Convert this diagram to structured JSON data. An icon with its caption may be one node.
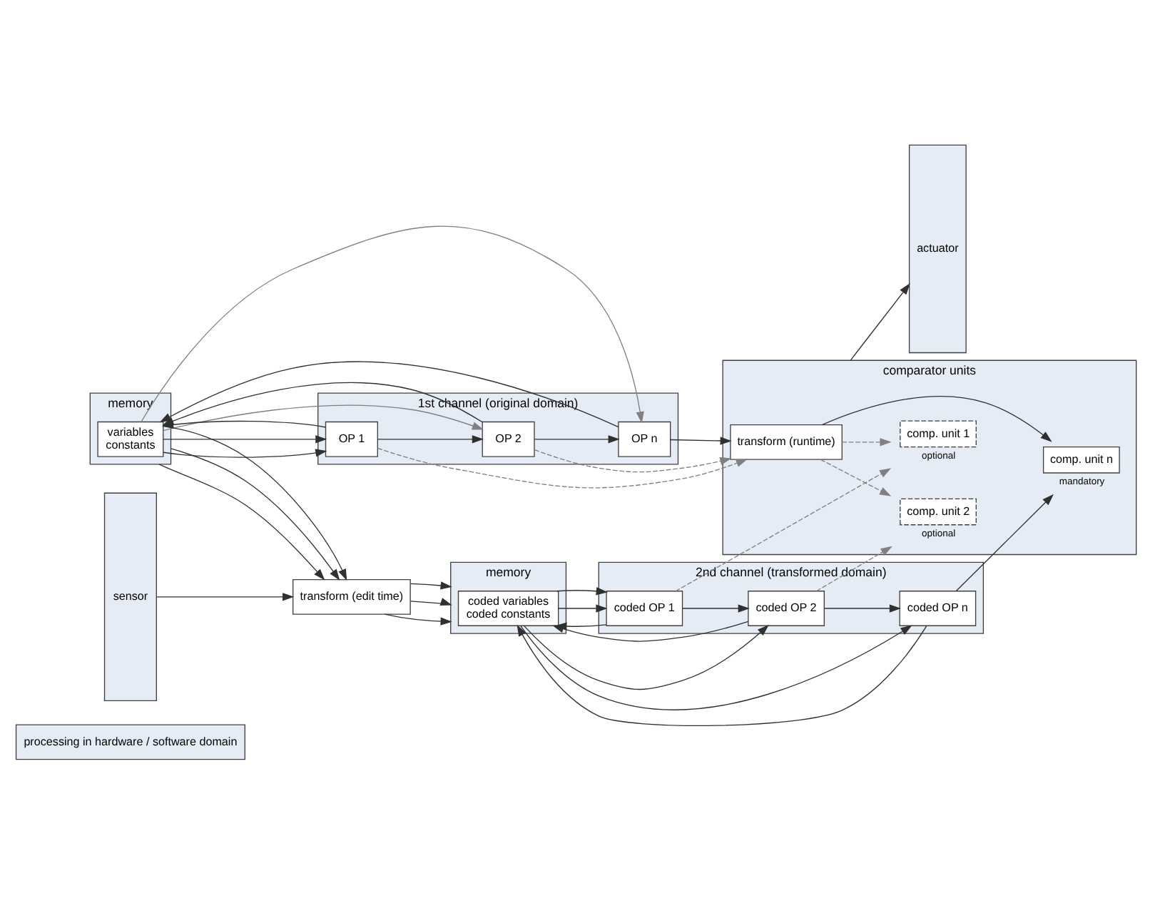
{
  "diagram": {
    "nodes": [
      {
        "text": [
          "processing in hardware / software domain"
        ]
      },
      {
        "text": [
          "sensor"
        ]
      },
      {
        "text": [
          "memory"
        ]
      },
      {
        "text": [
          "variables",
          "constants"
        ],
        "in": 2
      },
      {
        "text": [
          "1st channel (original domain)"
        ]
      },
      {
        "text": [
          "OP 1"
        ],
        "in": 4
      },
      {
        "text": [
          "OP 2"
        ],
        "in": 4
      },
      {
        "text": [
          "OP n"
        ],
        "in": 4
      },
      {
        "text": [
          "transform (edit time)"
        ]
      },
      {
        "text": [
          "comparator units"
        ]
      },
      {
        "text": [
          "transform (runtime)"
        ],
        "in": 9
      },
      {
        "text": [
          "comp. unit 1"
        ],
        "beside": [
          "optional"
        ],
        "in": 9
      },
      {
        "text": [
          "comp. unit 2"
        ],
        "beside": [
          "optional"
        ],
        "in": 9
      },
      {
        "text": [
          "comp. unit n"
        ],
        "beside": [
          "mandatory"
        ],
        "in": 9
      },
      {
        "text": [
          "memory"
        ]
      },
      {
        "text": [
          "coded variables",
          "coded constants"
        ],
        "in": 14
      },
      {
        "text": [
          "2nd channel (transformed domain)"
        ]
      },
      {
        "text": [
          "coded OP 1"
        ],
        "in": 16
      },
      {
        "text": [
          "coded OP 2"
        ],
        "in": 16
      },
      {
        "text": [
          "coded OP n"
        ],
        "in": 16
      },
      {
        "text": [
          "actuator"
        ]
      }
    ],
    "edges": [
      {
        "from": 1,
        "to": 8,
        "arrow": "to"
      },
      {
        "from": 3,
        "to": 5,
        "arrow": "to"
      },
      {
        "from": 3,
        "to": 5,
        "arrow": "to"
      },
      {
        "from": 3,
        "to": 6,
        "arrow": "to",
        "color": "#808080"
      },
      {
        "from": 3,
        "to": 7,
        "arrow": "to",
        "color": "#808080"
      },
      {
        "from": 5,
        "to": 6,
        "arrow": "to"
      },
      {
        "from": 6,
        "to": 7,
        "arrow": "to"
      },
      {
        "from": 5,
        "to": 3,
        "arrow": "to"
      },
      {
        "from": 6,
        "to": 3,
        "arrow": "to"
      },
      {
        "from": 7,
        "to": 3,
        "arrow": "to"
      },
      {
        "from": 2,
        "to": 8,
        "arrow": "to"
      },
      {
        "from": 2,
        "to": 8,
        "arrow": "to"
      },
      {
        "from": 2,
        "to": 8,
        "arrow": "to"
      },
      {
        "from": 8,
        "to": 14,
        "arrow": "to"
      },
      {
        "from": 8,
        "to": 14,
        "arrow": "to"
      },
      {
        "from": 8,
        "to": 14,
        "arrow": "to"
      },
      {
        "from": 5,
        "to": 10,
        "arrow": "to",
        "style": "dashed",
        "color": "#808080"
      },
      {
        "from": 6,
        "to": 10,
        "arrow": "to",
        "style": "dashed",
        "color": "#808080"
      },
      {
        "from": 7,
        "to": 10,
        "arrow": "to"
      },
      {
        "from": 10,
        "to": 11,
        "arrow": "to",
        "style": "dashed",
        "color": "#808080"
      },
      {
        "from": 10,
        "to": 12,
        "arrow": "to",
        "style": "dashed",
        "color": "#808080"
      },
      {
        "from": 10,
        "to": 13,
        "arrow": "to"
      },
      {
        "from": 17,
        "to": 11,
        "arrow": "to",
        "style": "dashed",
        "color": "#808080"
      },
      {
        "from": 18,
        "to": 12,
        "arrow": "to",
        "style": "dashed",
        "color": "#808080"
      },
      {
        "from": 19,
        "to": 13,
        "arrow": "to"
      },
      {
        "from": 15,
        "to": 17,
        "arrow": "to"
      },
      {
        "from": 15,
        "to": 17,
        "arrow": "to"
      },
      {
        "from": 15,
        "to": 18,
        "arrow": "to"
      },
      {
        "from": 15,
        "to": 19,
        "arrow": "to"
      },
      {
        "from": 17,
        "to": 18,
        "arrow": "to"
      },
      {
        "from": 18,
        "to": 19,
        "arrow": "to"
      },
      {
        "from": 17,
        "to": 15,
        "arrow": "to"
      },
      {
        "from": 18,
        "to": 15,
        "arrow": "to"
      },
      {
        "from": 19,
        "to": 15,
        "arrow": "to"
      },
      {
        "from": 9,
        "to": 20,
        "arrow": "to"
      }
    ]
  }
}
